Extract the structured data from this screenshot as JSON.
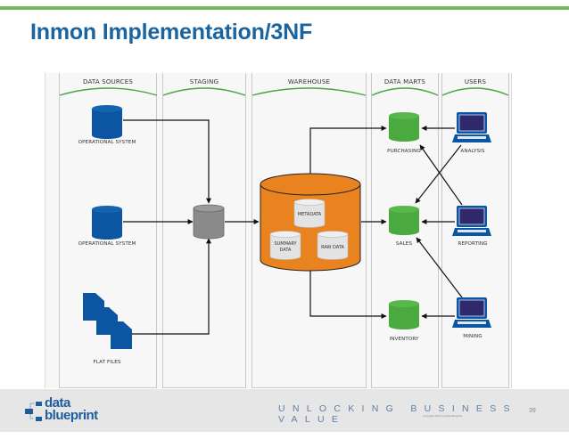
{
  "slide": {
    "title": "Inmon Implementation/3NF",
    "page_number": "39",
    "accent_color": "#6dbb5c",
    "title_color": "#1a64a0"
  },
  "lanes": [
    {
      "id": "data-sources",
      "label": "DATA SOURCES"
    },
    {
      "id": "staging",
      "label": "STAGING"
    },
    {
      "id": "warehouse",
      "label": "WAREHOUSE"
    },
    {
      "id": "data-marts",
      "label": "DATA MARTS"
    },
    {
      "id": "users",
      "label": "USERS"
    }
  ],
  "nodes": {
    "operational_system_1": {
      "label": "OPERATIONAL SYSTEM",
      "icon": "database-icon",
      "color": "#0b55a3"
    },
    "operational_system_2": {
      "label": "OPERATIONAL SYSTEM",
      "icon": "database-icon",
      "color": "#0b55a3"
    },
    "flat_files": {
      "label": "FLAT FILES",
      "icon": "documents-icon",
      "color": "#0b55a3"
    },
    "staging_db": {
      "label": "",
      "icon": "database-icon",
      "color": "#8a8a8a"
    },
    "warehouse_db": {
      "label": "",
      "icon": "database-icon",
      "color": "#e9831f",
      "contents": [
        "METADATA",
        "SUMMARY DATA",
        "RAW DATA"
      ]
    },
    "purchasing": {
      "label": "PURCHASING",
      "icon": "database-icon",
      "color": "#4aaa3f"
    },
    "sales": {
      "label": "SALES",
      "icon": "database-icon",
      "color": "#4aaa3f"
    },
    "inventory": {
      "label": "INVENTORY",
      "icon": "database-icon",
      "color": "#4aaa3f"
    },
    "analysis": {
      "label": "ANALYSIS",
      "icon": "laptop-icon",
      "color": "#0b55a3"
    },
    "reporting": {
      "label": "REPORTING",
      "icon": "laptop-icon",
      "color": "#0b55a3"
    },
    "mining": {
      "label": "MINING",
      "icon": "laptop-icon",
      "color": "#0b55a3"
    }
  },
  "edges": [
    {
      "from": "operational_system_1",
      "to": "staging_db"
    },
    {
      "from": "operational_system_2",
      "to": "staging_db"
    },
    {
      "from": "flat_files",
      "to": "staging_db"
    },
    {
      "from": "staging_db",
      "to": "warehouse_db"
    },
    {
      "from": "warehouse_db",
      "to": "purchasing"
    },
    {
      "from": "warehouse_db",
      "to": "sales"
    },
    {
      "from": "warehouse_db",
      "to": "inventory"
    },
    {
      "from": "analysis",
      "to": "purchasing"
    },
    {
      "from": "analysis",
      "to": "sales"
    },
    {
      "from": "reporting",
      "to": "sales"
    },
    {
      "from": "reporting",
      "to": "purchasing"
    },
    {
      "from": "mining",
      "to": "inventory"
    },
    {
      "from": "mining",
      "to": "sales"
    }
  ],
  "footer": {
    "logo_line1": "data",
    "logo_line2": "blueprint",
    "tagline": "UNLOCKING BUSINESS VALUE",
    "copyright": "Copyright 2013 by Data Blueprint"
  }
}
